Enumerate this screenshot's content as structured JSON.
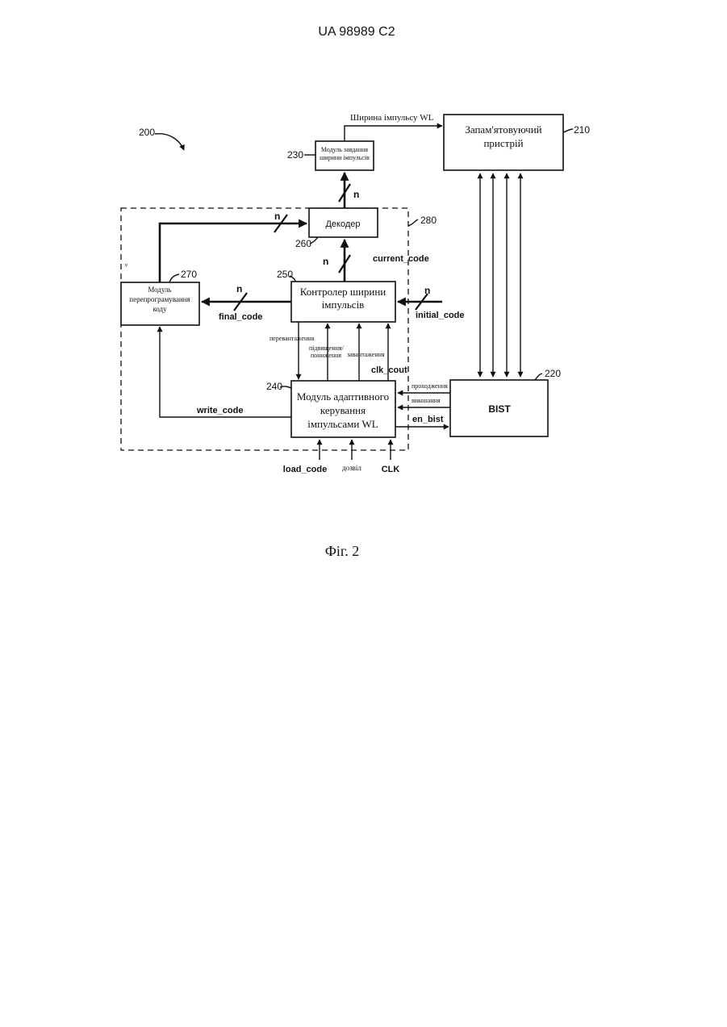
{
  "header": {
    "patent_number": "UA   98989   C2"
  },
  "figure": {
    "caption": "Фіг. 2",
    "ref_200": "200",
    "blocks": {
      "memory": {
        "ref": "210",
        "line1": "Запам'ятовуючий",
        "line2": "пристрій"
      },
      "bist": {
        "ref": "220",
        "label": "BIST"
      },
      "pulse_width_setter": {
        "ref": "230",
        "line1": "Модуль завдання",
        "line2": "ширини імпульсів"
      },
      "adaptive_control": {
        "ref": "240",
        "line1": "Модуль адаптивного",
        "line2": "керування",
        "line3": "імпульсами WL"
      },
      "pulse_width_controller": {
        "ref": "250",
        "line1": "Контролер ширини",
        "line2": "імпульсів"
      },
      "decoder": {
        "ref": "260",
        "label": "Декодер"
      },
      "reprogramming": {
        "ref": "270",
        "line1": "Модуль",
        "line2": "перепрограмування",
        "line3": "коду"
      },
      "dashed_region": {
        "ref": "280"
      }
    },
    "signals": {
      "wl_pulse_width": "Ширина імпульсу WL",
      "n": "n",
      "current_code": "current_code",
      "final_code": "final_code",
      "initial_code": "initial_code",
      "overload": "перевантаження",
      "increase_decrease_1": "підвищення/",
      "increase_decrease_2": "пониження",
      "loading": "завантаження",
      "clk_cout": "clk_cout",
      "write_code": "write_code",
      "pass": "проходження",
      "execution": "виконання",
      "en_bist": "en_bist",
      "load_code": "load_code",
      "enable": "дозвіл",
      "clk": "CLK",
      "small_mark": "ᵥ"
    }
  }
}
